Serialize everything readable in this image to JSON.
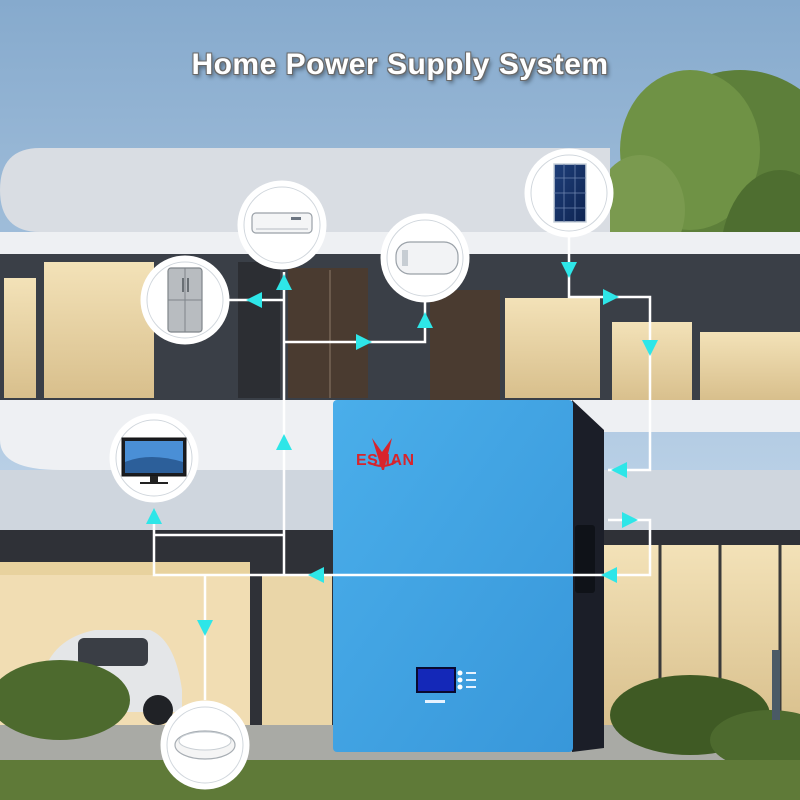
{
  "title": "Home Power Supply System",
  "brand": "ESHAN",
  "colors": {
    "sky": "#9fbedc",
    "battery_blue": "#3ea2e4",
    "flow_line": "#ffffff",
    "flow_arrow": "#2ee6e8",
    "brand_red": "#d8242c"
  },
  "nodes": [
    {
      "id": "solar-panel",
      "icon": "solar-panel-icon"
    },
    {
      "id": "air-conditioner",
      "icon": "air-conditioner-icon"
    },
    {
      "id": "water-heater",
      "icon": "water-heater-icon"
    },
    {
      "id": "refrigerator",
      "icon": "refrigerator-icon"
    },
    {
      "id": "television",
      "icon": "tv-icon"
    },
    {
      "id": "ceiling-light",
      "icon": "ceiling-light-icon"
    },
    {
      "id": "battery-storage-unit",
      "icon": "battery-icon"
    }
  ]
}
